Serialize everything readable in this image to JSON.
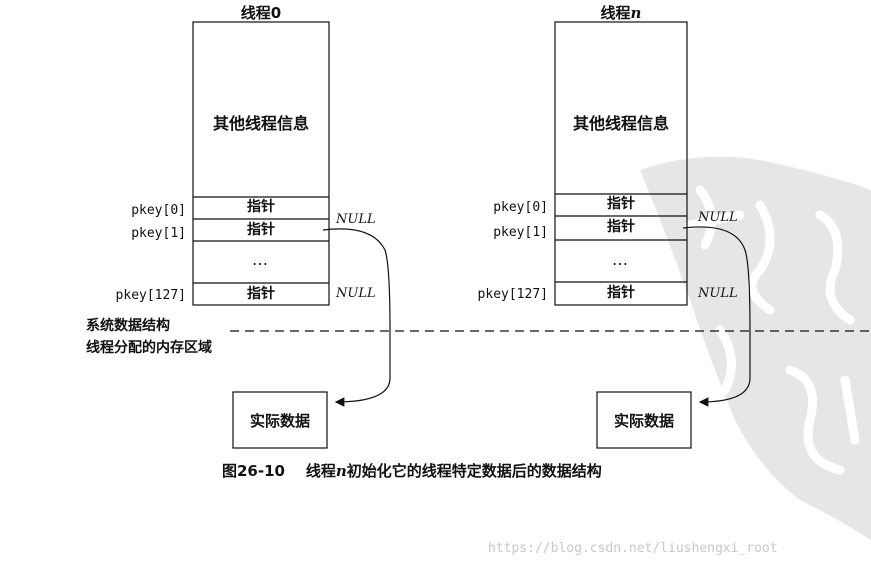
{
  "thread0": {
    "title": "线程0",
    "info": "其他线程信息",
    "slots": [
      "指针",
      "指针",
      "…",
      "指针"
    ],
    "pkeys": [
      "pkey[0]",
      "pkey[1]",
      "pkey[127]"
    ],
    "nulls": [
      "NULL",
      "NULL"
    ],
    "actual_data": "实际数据"
  },
  "threadn": {
    "title_prefix": "线程",
    "title_var": "n",
    "info": "其他线程信息",
    "slots": [
      "指针",
      "指针",
      "…",
      "指针"
    ],
    "pkeys": [
      "pkey[0]",
      "pkey[1]",
      "pkey[127]"
    ],
    "nulls": [
      "NULL",
      "NULL"
    ],
    "actual_data": "实际数据"
  },
  "regions": {
    "system": "系统数据结构",
    "thread_allocated": "线程分配的内存区域"
  },
  "caption": {
    "figure": "图26-10",
    "prefix": "线程",
    "var": "n",
    "suffix": "初始化它的线程特定数据后的数据结构"
  },
  "watermark_url": "https://blog.csdn.net/liushengxi_root",
  "colors": {
    "line": "#111111",
    "watermark": "#c8c8c8",
    "background": "#ffffff"
  }
}
